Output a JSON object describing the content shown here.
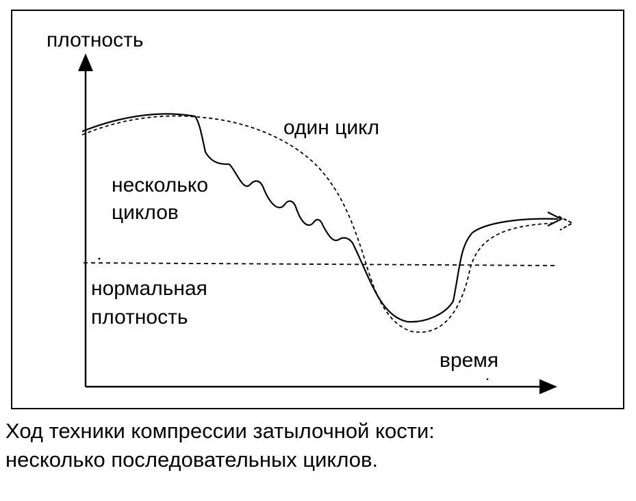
{
  "labels": {
    "y_axis": "плотность",
    "x_axis": "время",
    "one_cycle": "один цикл",
    "several_cycles": [
      "несколько",
      "циклов"
    ],
    "normal_density": [
      "нормальная",
      "плотность"
    ]
  },
  "caption": [
    "Ход техники компрессии затылочной кости:",
    "несколько последовательных циклов."
  ],
  "colors": {
    "ink": "#000000",
    "background": "#ffffff"
  }
}
